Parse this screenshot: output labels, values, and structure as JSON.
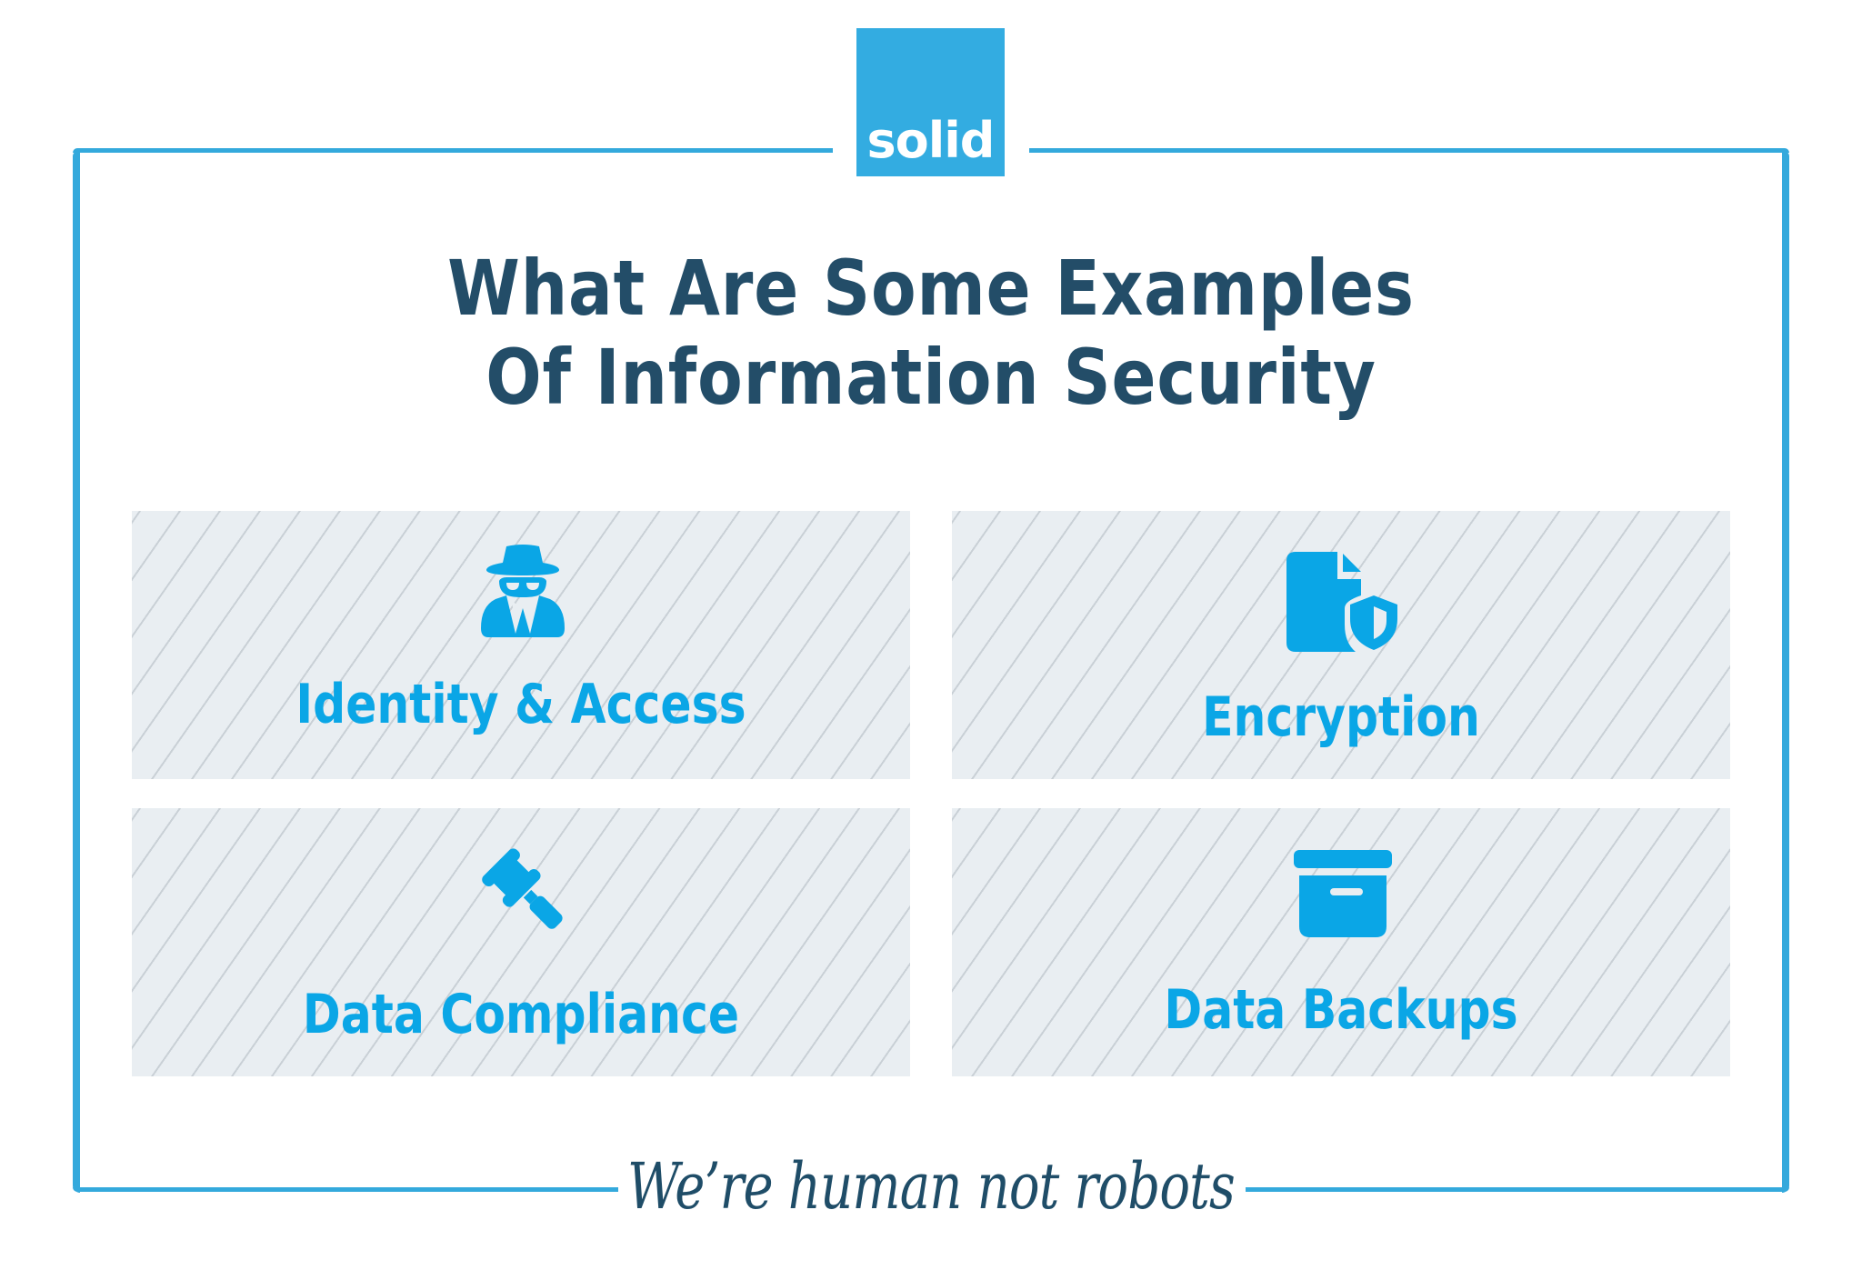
{
  "brand": {
    "logo_text": "solid",
    "accent_color": "#33ace1",
    "title_color": "#234d68",
    "label_color": "#0aa6e6",
    "card_background": "#e9eef2"
  },
  "header": {
    "title_line_1": "What Are Some Examples",
    "title_line_2": "Of Information Security"
  },
  "cards": [
    {
      "label": "Identity & Access",
      "icon": "spy-icon"
    },
    {
      "label": "Encryption",
      "icon": "file-shield-icon"
    },
    {
      "label": "Data Compliance",
      "icon": "gavel-icon"
    },
    {
      "label": "Data Backups",
      "icon": "archive-box-icon"
    }
  ],
  "footer": {
    "tagline": "We’re human not robots"
  }
}
